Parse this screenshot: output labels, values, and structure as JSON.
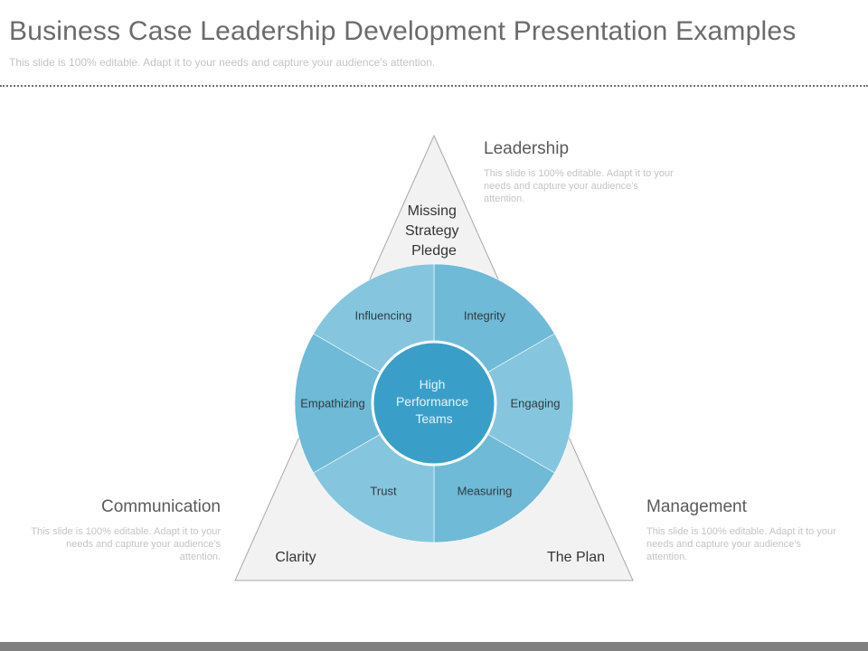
{
  "slide": {
    "title": "Business Case Leadership Development Presentation Examples",
    "subtitle": "This slide is 100% editable. Adapt it to your needs and capture your audience's attention."
  },
  "triangle": {
    "top_label": [
      "Missing",
      "Strategy",
      "Pledge"
    ],
    "left_label": "Clarity",
    "right_label": "The Plan",
    "fill_color": "#f2f2f2",
    "stroke_color": "#a8a8a8"
  },
  "wheel": {
    "center": [
      "High",
      "Performance",
      "Teams"
    ],
    "segments": [
      {
        "label": "Integrity",
        "color": "#6fbad6"
      },
      {
        "label": "Engaging",
        "color": "#85c6de"
      },
      {
        "label": "Measuring",
        "color": "#6fbad6"
      },
      {
        "label": "Trust",
        "color": "#85c6de"
      },
      {
        "label": "Empathizing",
        "color": "#6fbad6"
      },
      {
        "label": "Influencing",
        "color": "#85c6de"
      }
    ],
    "center_color": "#3a9fc8",
    "divider_color": "#ffffff"
  },
  "sections": {
    "leadership": {
      "heading": "Leadership",
      "body": "This slide is 100% editable. Adapt it to your needs and capture your audience's attention."
    },
    "communication": {
      "heading": "Communication",
      "body": "This slide is 100% editable. Adapt it to your needs and capture your audience's attention."
    },
    "management": {
      "heading": "Management",
      "body": "This slide is 100% editable. Adapt it to your needs and capture your audience's attention."
    }
  }
}
